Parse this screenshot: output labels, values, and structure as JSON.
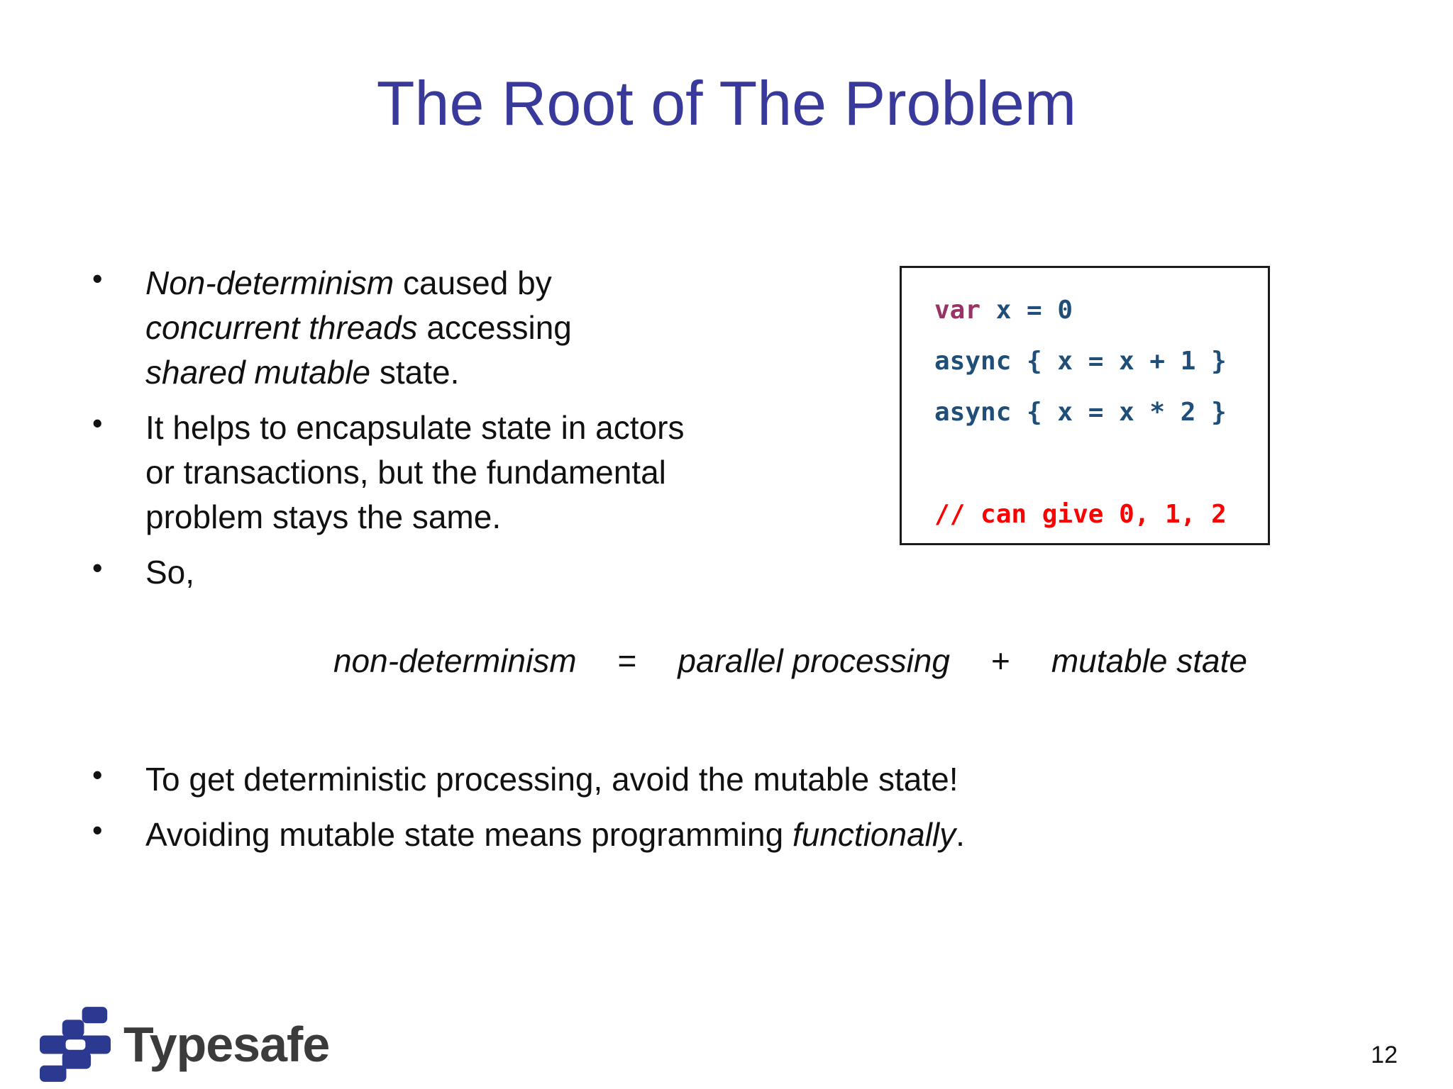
{
  "colors": {
    "title": "#39399B",
    "body": "#111111",
    "code_blue": "#1F4E79",
    "code_keyword": "#993366",
    "code_comment": "#FF0000",
    "code_border": "#1a1a1a",
    "logo_blue": "#2B3990",
    "logo_text": "#3B3B3B"
  },
  "slide": {
    "title": "The Root of The Problem",
    "page_number": "12",
    "bullet_char": "•"
  },
  "bullets_top": [
    {
      "segments": [
        {
          "t": "Non-determinism",
          "i": true
        },
        {
          "t": " caused by",
          "i": false
        },
        {
          "br": true
        },
        {
          "t": "concurrent threads",
          "i": true
        },
        {
          "t": " accessing",
          "i": false
        },
        {
          "br": true
        },
        {
          "t": "shared mutable",
          "i": true
        },
        {
          "t": " state.",
          "i": false
        }
      ]
    },
    {
      "segments": [
        {
          "t": "It helps to encapsulate state in actors",
          "i": false
        },
        {
          "br": true
        },
        {
          "t": "or transactions, but the fundamental",
          "i": false
        },
        {
          "br": true
        },
        {
          "t": "problem stays the same.",
          "i": false
        }
      ]
    },
    {
      "segments": [
        {
          "t": "So,",
          "i": false
        }
      ]
    }
  ],
  "equation": {
    "segments": [
      {
        "t": "non-determinism",
        "style": "it"
      },
      {
        "t": "=",
        "style": "op"
      },
      {
        "t": "parallel processing",
        "style": "it"
      },
      {
        "t": "+",
        "style": "op"
      },
      {
        "t": "mutable state",
        "style": "it"
      }
    ]
  },
  "bullets_bottom": [
    {
      "segments": [
        {
          "t": "To get deterministic processing, avoid the mutable state!",
          "i": false
        }
      ]
    },
    {
      "segments": [
        {
          "t": "Avoiding mutable state means programming ",
          "i": false
        },
        {
          "t": "functionally",
          "i": true
        },
        {
          "t": ".",
          "i": false
        }
      ]
    }
  ],
  "code_box": {
    "lines": [
      [
        {
          "t": "var",
          "c": "kw"
        },
        {
          "t": " x = 0",
          "c": "code"
        }
      ],
      [
        {
          "t": "async { x = x + 1 }",
          "c": "code"
        }
      ],
      [
        {
          "t": "async { x = x * 2 }",
          "c": "code"
        }
      ],
      [],
      [
        {
          "t": "// can give 0, 1, 2",
          "c": "comment"
        }
      ]
    ]
  },
  "footer": {
    "brand": "Typesafe"
  }
}
